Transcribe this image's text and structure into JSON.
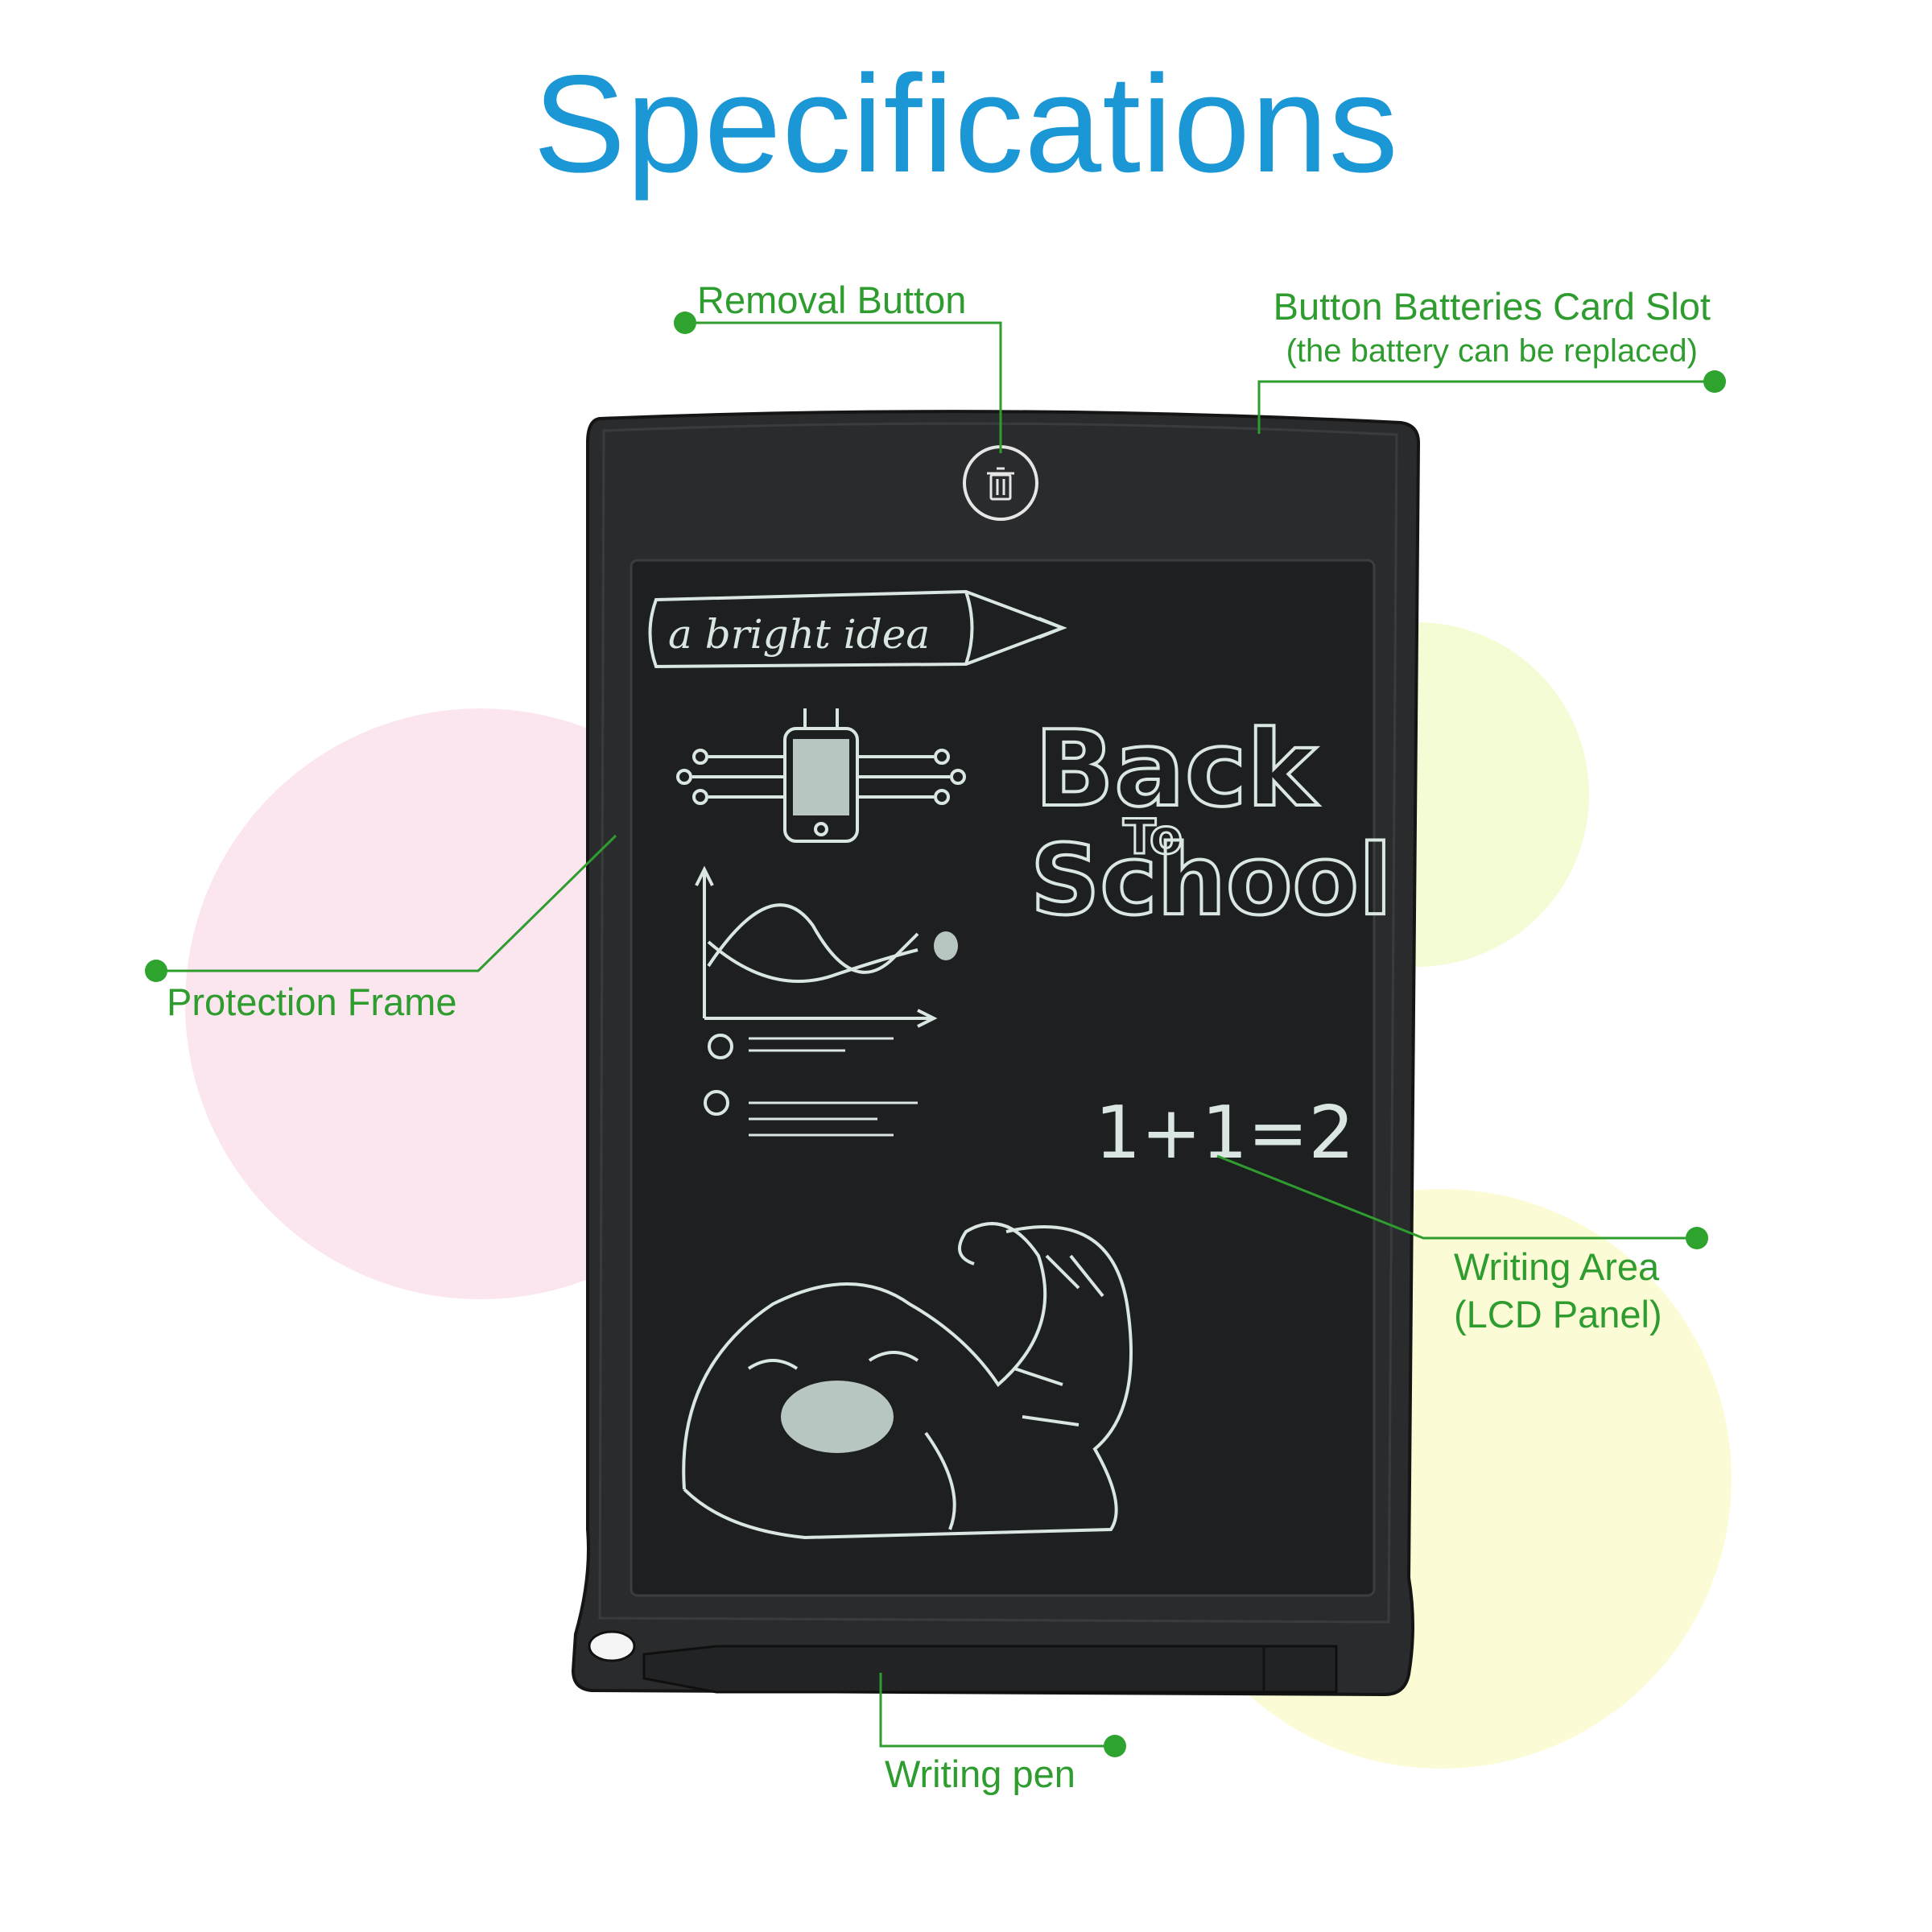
{
  "title": "Specifications",
  "colors": {
    "title": "#1b97d5",
    "label": "#2e9c2e",
    "tablet": "#2a2b2d",
    "screen": "#1e1f21",
    "pink": "#fbe6ef",
    "lime": "#f3fcd5",
    "yellow": "#fbfcd6"
  },
  "labels": {
    "removal_button": "Removal Button",
    "battery_slot": "Button Batteries Card Slot",
    "battery_slot_note": "(the battery can be replaced)",
    "protection_frame": "Protection Frame",
    "writing_area": "Writing Area",
    "writing_area_note": "(LCD Panel)",
    "writing_pen": "Writing pen"
  },
  "screen_drawings": {
    "banner": "a bright idea",
    "headline_1": "Back",
    "headline_2": "To",
    "headline_3": "School",
    "equation": "1+1=2"
  },
  "icons": {
    "removal_button": "trash-icon"
  }
}
